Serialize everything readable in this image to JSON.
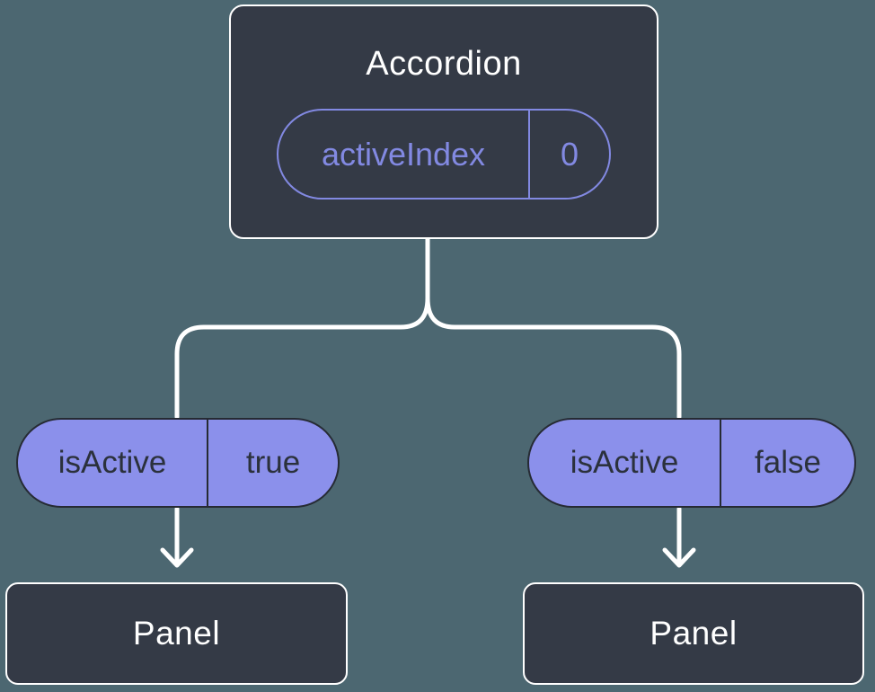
{
  "colors": {
    "canvas-bg": "#4C6771",
    "node-bg": "#343A46",
    "node-border": "#FFFFFF",
    "accent-purple": "#8289E2",
    "pill-fill": "#8B90EB",
    "pill-border": "#262B34",
    "pill-text": "#2B313C",
    "line": "#FFFFFF",
    "text-light": "#FFFFFF"
  },
  "root_node": {
    "title": "Accordion",
    "state": {
      "label": "activeIndex",
      "value": "0"
    }
  },
  "children": [
    {
      "prop_label": "isActive",
      "prop_value": "true",
      "title": "Panel"
    },
    {
      "prop_label": "isActive",
      "prop_value": "false",
      "title": "Panel"
    }
  ]
}
